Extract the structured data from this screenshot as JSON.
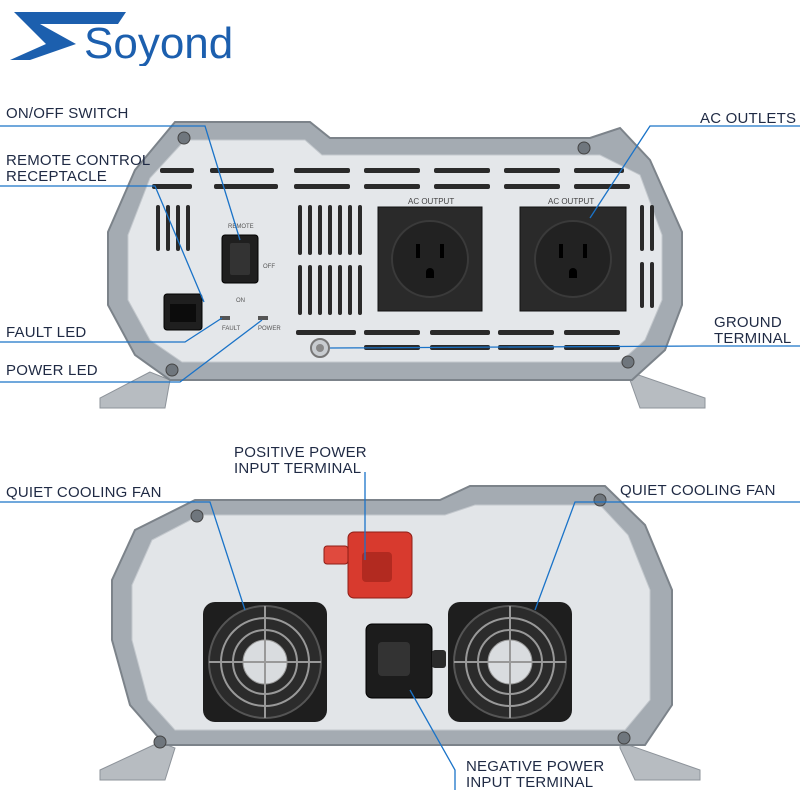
{
  "brand": {
    "logo_text": "Soyond",
    "logo_color": "#1c5fae"
  },
  "front_labels": {
    "on_off_switch": "ON/OFF SWITCH",
    "remote_control_line1": "REMOTE CONTROL",
    "remote_control_line2": "RECEPTACLE",
    "fault_led": "FAULT LED",
    "power_led": "POWER LED",
    "ac_outlets": "AC OUTLETS",
    "ground_line1": "GROUND",
    "ground_line2": "TERMINAL"
  },
  "front_panel_text": {
    "outlet_1": "AC OUTPUT",
    "outlet_2": "AC OUTPUT",
    "remote": "REMOTE",
    "on": "ON",
    "off": "OFF",
    "fault": "FAULT",
    "power": "POWER"
  },
  "rear_labels": {
    "positive_line1": "POSITIVE POWER",
    "positive_line2": "INPUT TERMINAL",
    "fan_left": "QUIET COOLING FAN",
    "fan_right": "QUIET COOLING FAN",
    "negative_line1": "NEGATIVE POWER",
    "negative_line2": "INPUT TERMINAL"
  },
  "colors": {
    "callout_line": "#1a73c8",
    "housing": "#9ea6ae",
    "panel": "#e6e9ec",
    "label_text": "#1f2a44"
  }
}
